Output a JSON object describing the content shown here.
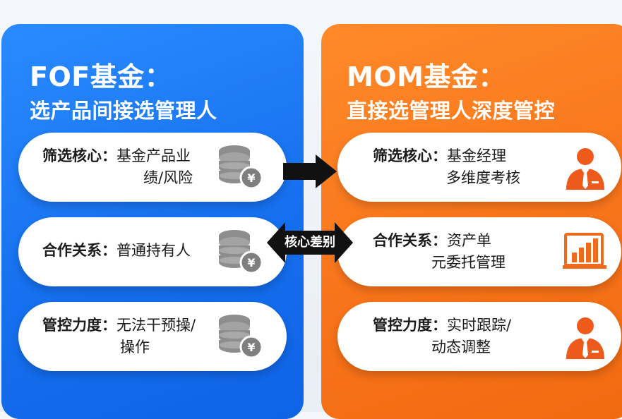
{
  "left_panel": {
    "title": "FOF基金：",
    "subtitle": "选产品间接选管理人",
    "color": "#1670ef",
    "cards": [
      {
        "label": "筛选核心：",
        "text_line1": "基金产品业",
        "text_line2": "绩/风险",
        "icon": "coin-stack-yen-icon"
      },
      {
        "label": "合作关系：",
        "text_line1": "普通持有人",
        "text_line2": "",
        "icon": "coin-stack-yen-icon"
      },
      {
        "label": "管控力度：",
        "text_line1": "无法干预操/",
        "text_line2": "操作",
        "icon": "coin-stack-yen-icon"
      }
    ]
  },
  "right_panel": {
    "title": "MOM基金：",
    "subtitle": "直接选管理人深度管控",
    "color": "#f8741a",
    "cards": [
      {
        "label": "筛选核心：",
        "text_line1": "基金经理",
        "text_line2": "多维度考核",
        "icon": "manager-person-icon"
      },
      {
        "label": "合作关系：",
        "text_line1": "资产单",
        "text_line2": "元委托管理",
        "icon": "bar-chart-icon"
      },
      {
        "label": "管控力度：",
        "text_line1": "实时跟踪/",
        "text_line2": "动态调整",
        "icon": "manager-person-icon"
      }
    ]
  },
  "connector": {
    "middle_label": "核心差别",
    "arrow_color": "#111111"
  }
}
